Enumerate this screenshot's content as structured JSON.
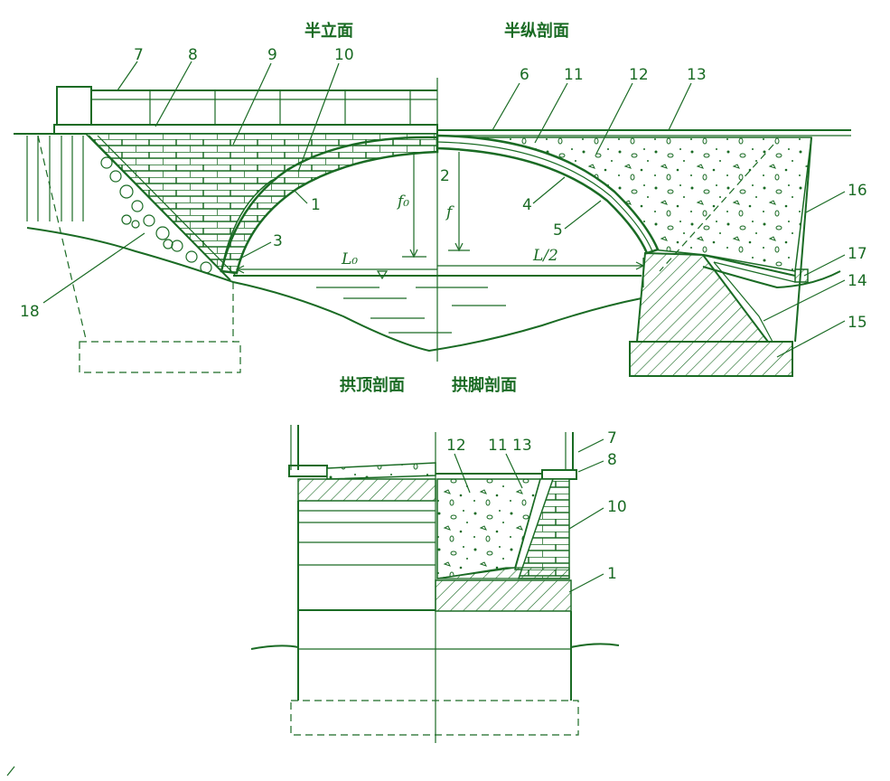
{
  "titles": {
    "half_elevation": "半立面",
    "half_longitudinal": "半纵剖面",
    "crown_section": "拱顶剖面",
    "springing_section": "拱脚剖面"
  },
  "labels": {
    "n1": "1",
    "n2": "2",
    "n3": "3",
    "n4": "4",
    "n5": "5",
    "n6": "6",
    "n7": "7",
    "n8": "8",
    "n9": "9",
    "n10": "10",
    "n11": "11",
    "n12": "12",
    "n13": "13",
    "n14": "14",
    "n15": "15",
    "n16": "16",
    "n17": "17",
    "n18": "18",
    "b7": "7",
    "b8": "8",
    "b10": "10",
    "b1": "1",
    "b12": "12",
    "b11_13": "11 13"
  },
  "dimensions": {
    "f0": "f₀",
    "f": "f",
    "L0": "L₀",
    "half_span": "L/2"
  },
  "colors": {
    "ink": "#1a6b24",
    "background": "#ffffff"
  }
}
